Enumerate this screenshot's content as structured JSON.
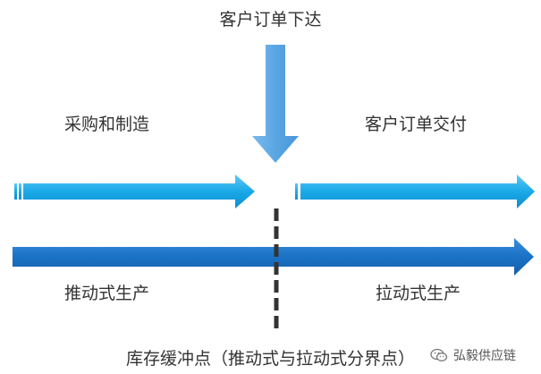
{
  "diagram": {
    "top_label": "客户订单下达",
    "left_top_label": "采购和制造",
    "right_top_label": "客户订单交付",
    "left_bottom_label": "推动式生产",
    "right_bottom_label": "拉动式生产",
    "bottom_label": "库存缓冲点（推动式与拉动式分界点）"
  },
  "watermark": {
    "text": "弘毅供应链",
    "icon": "wechat-icon"
  },
  "colors": {
    "light_arrow": "#1aa9e8",
    "dark_arrow": "#1a72c6",
    "down_arrow": "#5aa6e3",
    "divider": "#333333",
    "text": "#333333"
  }
}
